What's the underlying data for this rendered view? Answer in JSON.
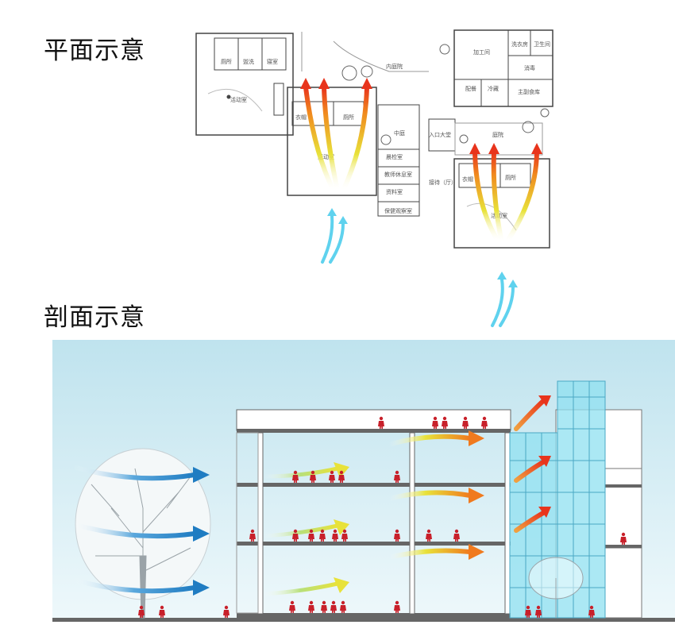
{
  "titles": {
    "plan": "平面示意",
    "section": "剖面示意"
  },
  "plan_labels": {
    "left_top_1": "厕所",
    "left_top_2": "盥洗",
    "left_top_3": "寝室",
    "left_activity": "活动室",
    "center_coat": "衣帽",
    "center_toilet": "厕所",
    "center_activity": "活动室",
    "courtyard": "内庭院",
    "middle_1": "中庭",
    "middle_2": "晨检室",
    "middle_3": "教师休息室",
    "middle_4": "资料室",
    "middle_5": "保健观察室",
    "hall": "入口大堂",
    "reception": "接待（厅）",
    "kitchen": "加工间",
    "laundry": "洗衣房",
    "staff_wc": "卫生间",
    "disinfect": "消毒",
    "storage": "主副食库",
    "serve": "配餐",
    "cold": "冷藏",
    "yard": "庭院",
    "right_coat": "衣帽",
    "right_toilet": "厕所",
    "right_activity": "活动室"
  },
  "colors": {
    "sky_top": "#bfe3ee",
    "sky_bottom": "#eaf6fa",
    "wind_blue": "#2a86c8",
    "glass": "#7fd8ec",
    "people": "#c8202a",
    "heat_red": "#e8341c",
    "heat_yellow": "#e8e23a",
    "cool_cyan": "#5fd2ee"
  }
}
